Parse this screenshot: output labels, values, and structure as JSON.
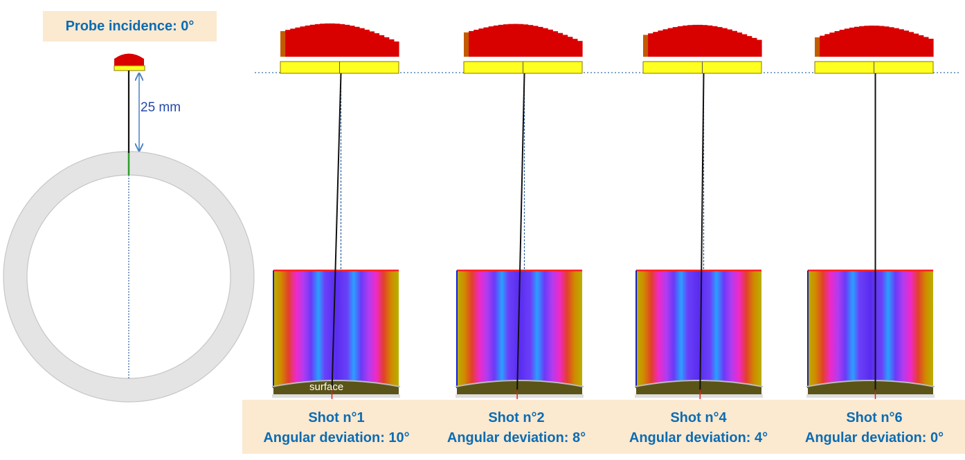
{
  "title": "Probe incidence: 0°",
  "distance_label": "25 mm",
  "surface_label": "surface",
  "shots": [
    {
      "name": "Shot n°1",
      "deviation_label": "Angular deviation: 10°",
      "deviation_deg": 10
    },
    {
      "name": "Shot n°2",
      "deviation_label": "Angular deviation: 8°",
      "deviation_deg": 8
    },
    {
      "name": "Shot n°4",
      "deviation_label": "Angular deviation: 4°",
      "deviation_deg": 4
    },
    {
      "name": "Shot n°6",
      "deviation_label": "Angular deviation: 0°",
      "deviation_deg": 0
    }
  ],
  "colors": {
    "caption_bg": "#fbe9d0",
    "caption_text": "#0b6cb3",
    "dimension_line": "#4a7fc1",
    "probe_red": "#d90000",
    "probe_yellow": "#ffff22",
    "pipe_wall": "#e4e4e4"
  }
}
